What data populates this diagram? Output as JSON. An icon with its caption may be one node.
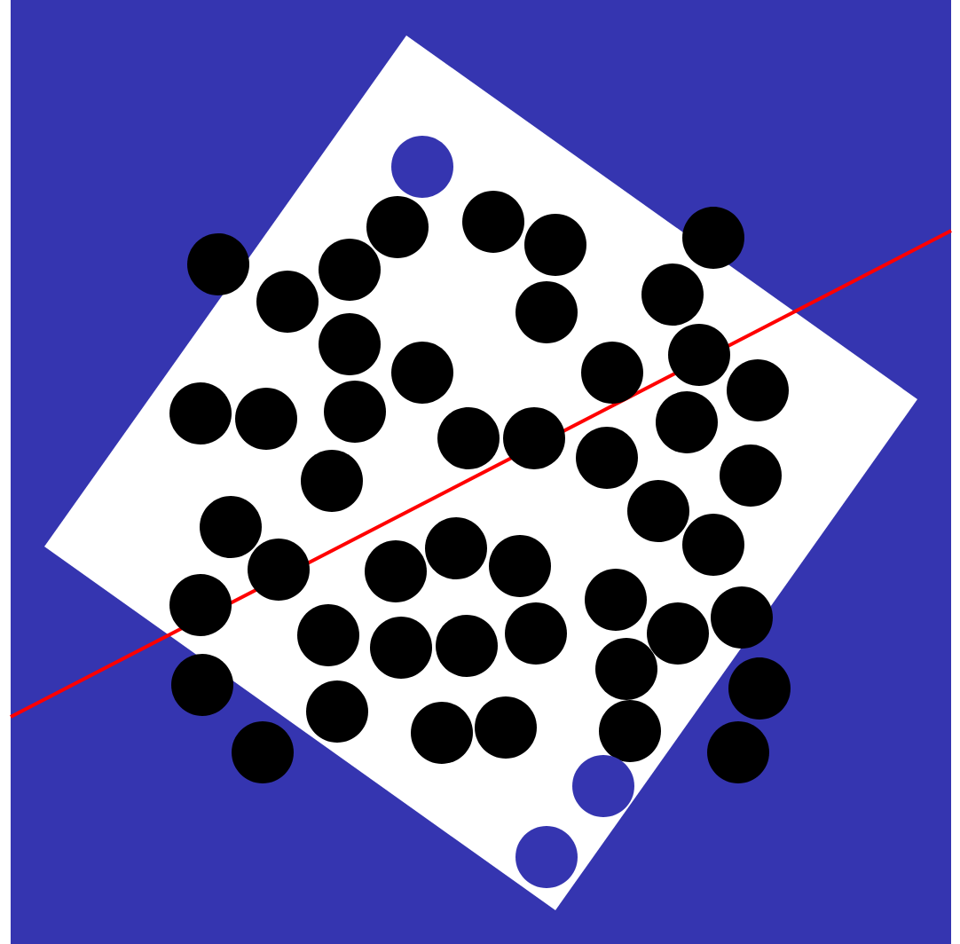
{
  "diagram": {
    "nodes": [
      {
        "text": [],
        "shape": "circle"
      },
      {
        "text": [],
        "shape": "circle"
      },
      {
        "text": [],
        "shape": "circle"
      },
      {
        "text": [],
        "shape": "circle"
      },
      {
        "text": [],
        "shape": "circle"
      },
      {
        "text": [],
        "shape": "circle"
      },
      {
        "text": [],
        "shape": "circle"
      },
      {
        "text": [],
        "shape": "circle"
      },
      {
        "text": [],
        "shape": "circle"
      },
      {
        "text": [],
        "shape": "circle"
      },
      {
        "text": [],
        "shape": "circle"
      },
      {
        "text": [],
        "shape": "circle"
      },
      {
        "text": [],
        "shape": "circle"
      },
      {
        "text": [],
        "shape": "circle"
      },
      {
        "text": [],
        "shape": "circle"
      },
      {
        "text": [],
        "shape": "circle"
      },
      {
        "text": [],
        "shape": "circle"
      },
      {
        "text": [],
        "shape": "circle"
      },
      {
        "text": [],
        "shape": "circle"
      },
      {
        "text": [],
        "shape": "circle"
      },
      {
        "text": [],
        "shape": "circle"
      },
      {
        "text": [],
        "shape": "circle"
      },
      {
        "text": [],
        "shape": "circle"
      },
      {
        "text": [],
        "shape": "circle"
      },
      {
        "text": [],
        "shape": "circle"
      },
      {
        "text": [],
        "shape": "circle"
      },
      {
        "text": [],
        "shape": "circle"
      },
      {
        "text": [],
        "shape": "circle"
      },
      {
        "text": [],
        "shape": "circle"
      },
      {
        "text": [],
        "shape": "circle"
      },
      {
        "text": [],
        "shape": "circle"
      },
      {
        "text": [],
        "shape": "circle"
      },
      {
        "text": [],
        "shape": "circle"
      },
      {
        "text": [],
        "shape": "circle"
      },
      {
        "text": [],
        "shape": "circle"
      },
      {
        "text": [],
        "shape": "circle"
      },
      {
        "text": [],
        "shape": "circle"
      },
      {
        "text": [],
        "shape": "circle"
      },
      {
        "text": [],
        "shape": "circle"
      },
      {
        "text": [],
        "shape": "circle"
      },
      {
        "text": [],
        "shape": "circle"
      },
      {
        "text": [],
        "shape": "circle"
      },
      {
        "text": [],
        "shape": "circle"
      },
      {
        "text": [],
        "shape": "circle"
      },
      {
        "text": [],
        "shape": "circle"
      },
      {
        "text": [],
        "shape": "circle"
      },
      {
        "text": [],
        "shape": "circle"
      },
      {
        "text": [],
        "shape": "circle"
      },
      {
        "text": [],
        "shape": "circle"
      },
      {
        "text": [],
        "shape": "circle"
      }
    ]
  }
}
